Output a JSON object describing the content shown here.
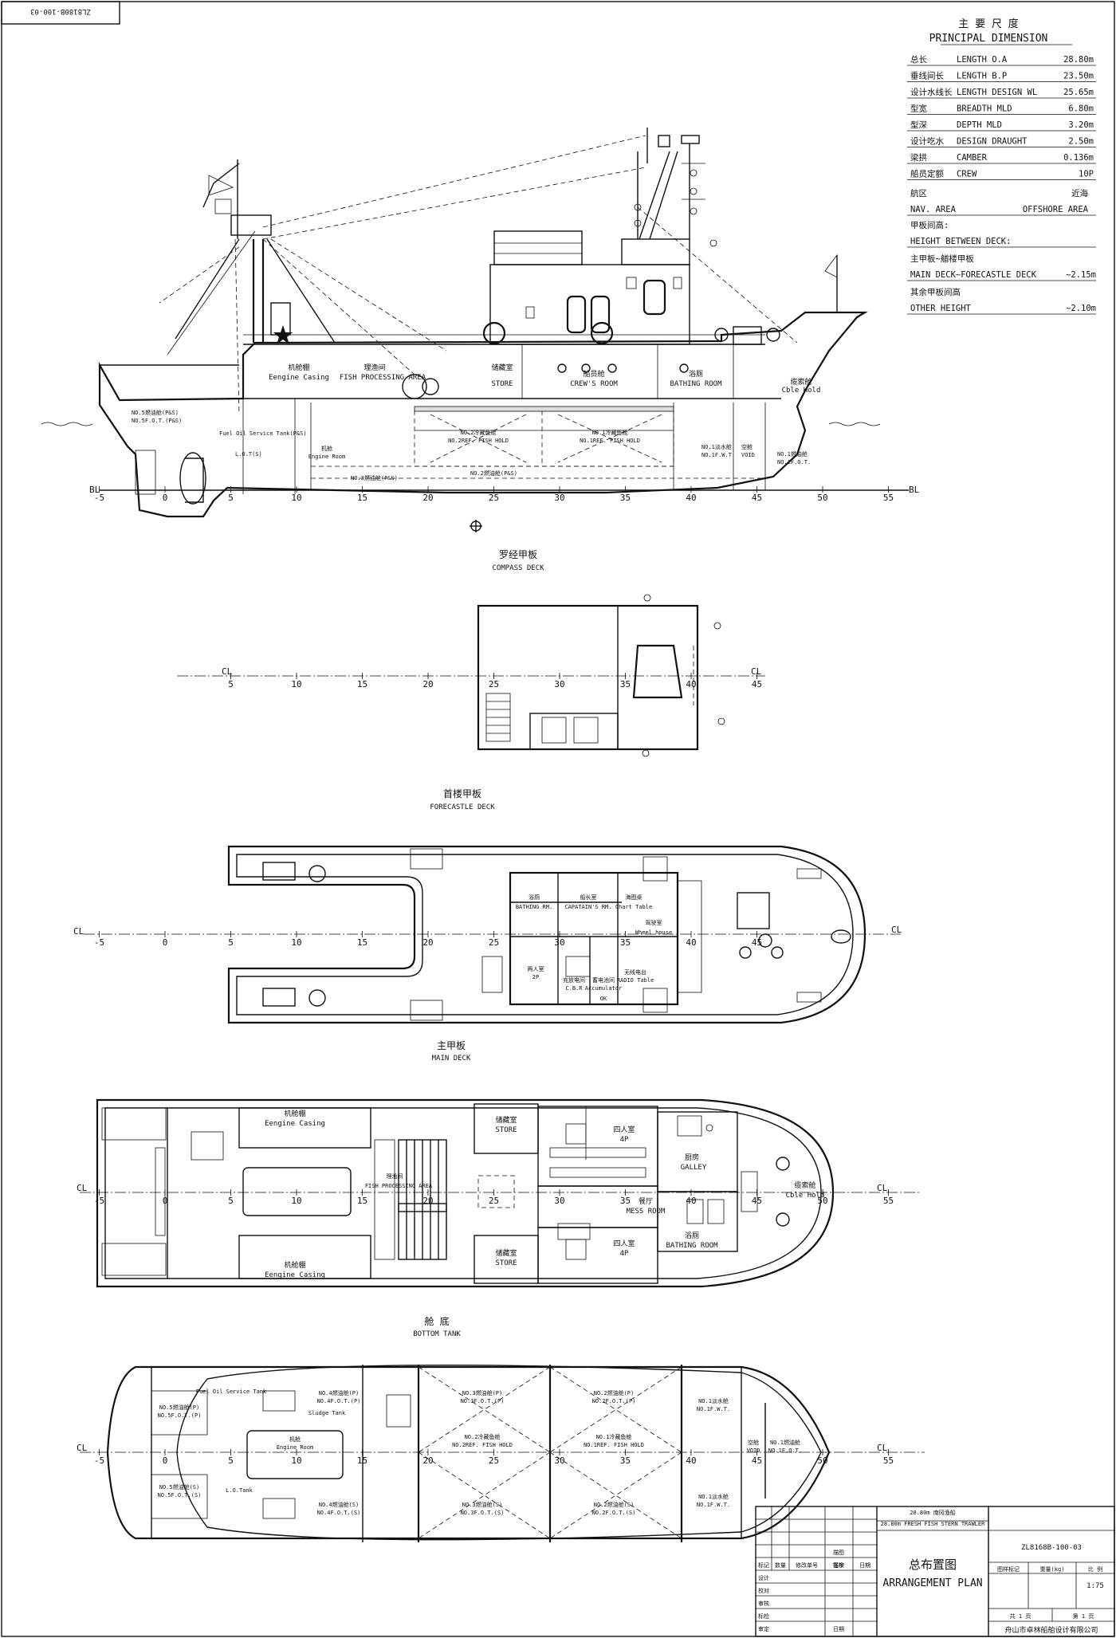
{
  "drawing_code_rotated": "ZL8180B-100-03",
  "principal_dimension": {
    "title_cn": "主 要 尺 度",
    "title_en": "PRINCIPAL DIMENSION",
    "rows": [
      {
        "cn": "总长",
        "en": "LENGTH O.A",
        "value": "28.80m"
      },
      {
        "cn": "垂线间长",
        "en": "LENGTH B.P",
        "value": "23.50m"
      },
      {
        "cn": "设计水线长",
        "en": "LENGTH DESIGN WL",
        "value": "25.65m"
      },
      {
        "cn": "型宽",
        "en": "BREADTH MLD",
        "value": "6.80m"
      },
      {
        "cn": "型深",
        "en": "DEPTH MLD",
        "value": "3.20m"
      },
      {
        "cn": "设计吃水",
        "en": "DESIGN DRAUGHT",
        "value": "2.50m"
      },
      {
        "cn": "梁拱",
        "en": "CAMBER",
        "value": "0.136m"
      },
      {
        "cn": "船员定额",
        "en": "CREW",
        "value": "10P"
      }
    ],
    "nav_cn": "航区",
    "nav_cn_value": "近海",
    "nav_en": "NAV. AREA",
    "nav_en_value": "OFFSHORE AREA",
    "hbd_cn": "甲板间高:",
    "hbd_en": "HEIGHT BETWEEN DECK:",
    "main_fc_cn": "主甲板~艏楼甲板",
    "main_fc_en": "MAIN DECK~FORECASTLE DECK",
    "main_fc_value": "~2.15m",
    "other_cn": "其余甲板间高",
    "other_en": "OTHER HEIGHT",
    "other_value": "~2.10m"
  },
  "profile": {
    "frames": [
      "-5",
      "0",
      "5",
      "10",
      "15",
      "20",
      "25",
      "30",
      "35",
      "40",
      "45",
      "50",
      "55"
    ],
    "bl": "BL",
    "labels": {
      "engine_casing_cn": "机舱棚",
      "engine_casing_en": "Eengine Casing",
      "fish_proc_cn": "理渔间",
      "fish_proc_en": "FISH PROCESSING AREA",
      "store_cn": "储藏室",
      "store_en": "STORE",
      "crew_cn": "船员舱",
      "crew_en": "CREW'S ROOM",
      "bath_cn": "浴厕",
      "bath_en": "BATHING ROOM",
      "cble_cn": "缆索舱",
      "cble_en": "Cble Hold",
      "hold2_cn": "NO.2冷藏鱼舱",
      "hold2_en": "NO.2REF. FISH HOLD",
      "hold1_cn": "NO.1冷藏鱼舱",
      "hold1_en": "NO.1REF. FISH HOLD",
      "engine_room_cn": "机舱",
      "engine_room_en": "Engine Room",
      "fo_tank": "NO.5燃油舱(P&S)",
      "fo_tank_en": "NO.5F.O.T.(P&S)",
      "fuel_serv": "Fuel Oil Service Tank(P&S)",
      "lube": "L.O.T(S)",
      "fot3": "NO.3燃油舱(P&S)",
      "fot2": "NO.2燃油舱(P&S)",
      "fwt": "NO.1淡水舱",
      "fwt_en": "NO.1F.W.T.",
      "void": "空舱",
      "void_en": "VOID",
      "fpt": "NO.1燃油舱",
      "fpt_en": "NO.1F.O.T."
    },
    "caption_cn": "罗经甲板",
    "caption_en": "COMPASS DECK"
  },
  "compass_deck": {
    "cl": "CL",
    "frames": [
      "5",
      "10",
      "15",
      "20",
      "25",
      "30",
      "35",
      "40",
      "45"
    ]
  },
  "forecastle_caption_cn": "首楼甲板",
  "forecastle_caption_en": "FORECASTLE DECK",
  "forecastle": {
    "cl": "CL",
    "frames": [
      "-5",
      "0",
      "5",
      "10",
      "15",
      "20",
      "25",
      "30",
      "35",
      "40",
      "45"
    ],
    "bath_cn": "浴厕",
    "bath_en": "BATHING RM.",
    "captain_cn": "船长室",
    "captain_en": "CAPATAIN'S RM.",
    "chart_cn": "海图桌",
    "chart_en": "Chart Table",
    "wheel_cn": "驾驶室",
    "wheel_en": "Wheel house",
    "twop_cn": "两人室",
    "twop_en": "2P",
    "cbr_cn": "充放电间",
    "cbr_en": "C.B.R",
    "acc_cn": "蓄电池间",
    "acc_en": "Accumulator",
    "radio_cn": "无线电台",
    "radio_en": "RADIO Table",
    "ok": "OK"
  },
  "main_caption_cn": "主甲板",
  "main_caption_en": "MAIN DECK",
  "main_deck": {
    "cl": "CL",
    "frames": [
      "-5",
      "0",
      "5",
      "10",
      "15",
      "20",
      "25",
      "30",
      "35",
      "40",
      "45",
      "50",
      "55"
    ],
    "ec_cn": "机舱棚",
    "ec_en": "Eengine Casing",
    "fp_cn": "理渔间",
    "fp_en": "FISH PROCESSING AREA",
    "store_cn": "储藏室",
    "store_en": "STORE",
    "fourp_cn": "四人室",
    "fourp_en": "4P",
    "galley_cn": "厨房",
    "galley_en": "GALLEY",
    "mess_cn": "餐厅",
    "mess_en": "MESS ROOM",
    "bath_cn": "浴厕",
    "bath_en": "BATHING ROOM",
    "cble_cn": "缆索舱",
    "cble_en": "Cble Hold"
  },
  "bottom_caption_cn": "舱 底",
  "bottom_caption_en": "BOTTOM TANK",
  "bottom_tank": {
    "cl": "CL",
    "frames": [
      "-5",
      "0",
      "5",
      "10",
      "15",
      "20",
      "25",
      "30",
      "35",
      "40",
      "45",
      "50",
      "55"
    ],
    "engine_cn": "机舱",
    "engine_en": "Engine Room",
    "h1": "NO.1冷藏鱼舱",
    "h1e": "NO.1REF. FISH HOLD",
    "h2": "NO.2冷藏鱼舱",
    "h2e": "NO.2REF. FISH HOLD",
    "fo3p": "NO.3燃油舱(P)",
    "fo3pe": "NO.3F.O.T.(P)",
    "fo3s": "NO.3燃油舱(S)",
    "fo3se": "NO.3F.O.T.(S)",
    "fo2p": "NO.2燃油舱(P)",
    "fo2pe": "NO.2F.O.T.(P)",
    "fo2s": "NO.2燃油舱(S)",
    "fo2se": "NO.2F.O.T.(S)",
    "fo4p": "NO.4燃油舱(P)",
    "fo4pe": "NO.4F.O.T.(P)",
    "fo4s": "NO.4燃油舱(S)",
    "fo4se": "NO.4F.O.T.(S)",
    "fo5p": "NO.5燃油舱(P)",
    "fo5pe": "NO.5F.O.T.(P)",
    "fo5s": "NO.5燃油舱(S)",
    "fo5se": "NO.5F.O.T.(S)",
    "fuel_serv": "Fuel Oil Service Tank",
    "sludge": "Sludge Tank",
    "lo": "L.O.Tank",
    "void": "空舱",
    "void_e": "VOID",
    "fwt": "NO.1淡水舱",
    "fwte": "NO.1F.W.T.",
    "bilge": "NO.1燃油舱",
    "bilgee": "NO.1F.O.T."
  },
  "title_block": {
    "vessel_cn": "28.80m 南冈渔船",
    "vessel_en": "28.80m FRESH FISH STERN TRAWLER",
    "drawing_no": "ZL8168B-100-03",
    "title_cn": "总布置图",
    "title_en": "ARRANGEMENT PLAN",
    "rev_headers": [
      "标记",
      "数量",
      "修改单号",
      "签字",
      "日期"
    ],
    "hdr_mark": "图样标记",
    "hdr_weight": "重量(kg)",
    "hdr_scale": "比 例",
    "scale": "1:75",
    "roles": [
      "设计",
      "校对",
      "审核",
      "标检",
      "审定"
    ],
    "role_right": [
      "描图",
      "描校",
      "",
      "",
      "日期"
    ],
    "sheet_total": "共 1 页",
    "sheet_no": "第 1 页",
    "company": "舟山市卓林船舶设计有限公司"
  }
}
